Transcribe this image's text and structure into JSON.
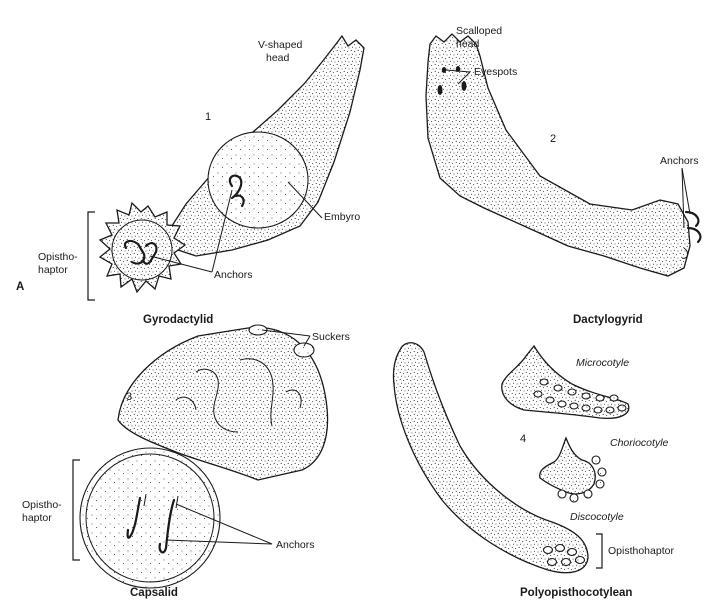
{
  "figure_letter": "A",
  "panels": [
    {
      "number": "1",
      "title": "Gyrodactylid",
      "labels": {
        "head": "V-shaped\nhead",
        "embryo": "Embyro",
        "anchors": "Anchors",
        "opisthohaptor": "Opistho-\nhaptor"
      }
    },
    {
      "number": "2",
      "title": "Dactylogyrid",
      "labels": {
        "head": "Scalloped\nhead",
        "eyespots": "Eyespots",
        "anchors": "Anchors"
      }
    },
    {
      "number": "3",
      "title": "Capsalid",
      "labels": {
        "suckers": "Suckers",
        "opisthohaptor": "Opistho-\nhaptor",
        "anchors": "Anchors"
      }
    },
    {
      "number": "4",
      "title": "Polyopisthocotylean",
      "labels": {
        "microcotyle": "Microcotyle",
        "choriocotyle": "Choriocotyle",
        "discocotyle": "Discocotyle",
        "opisthohaptor": "Opisthohaptor"
      }
    }
  ]
}
